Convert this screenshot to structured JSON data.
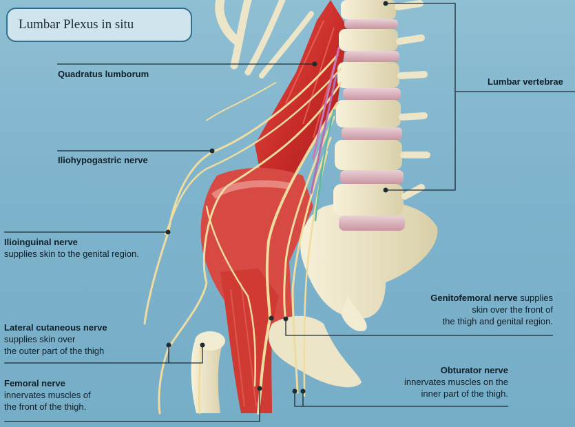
{
  "title": "Lumbar Plexus in situ",
  "labels": {
    "quadratus": {
      "name": "Quadratus lumborum"
    },
    "vertebrae": {
      "name": "Lumbar vertebrae"
    },
    "iliohypogastric": {
      "name": "Iliohypogastric nerve"
    },
    "ilioinguinal": {
      "name": "Ilioinguinal nerve",
      "description": "supplies skin to the genital region."
    },
    "genitofemoral": {
      "name": "Genitofemoral nerve",
      "description_line1": "supplies",
      "description_line2": "skin over the front of",
      "description_line3": "the thigh and genital region."
    },
    "lateral_cutaneous": {
      "name": "Lateral cutaneous nerve",
      "description_line1": "supplies skin over",
      "description_line2": "the outer part of the thigh"
    },
    "femoral": {
      "name": "Femoral nerve",
      "description_line1": "innervates muscles of",
      "description_line2": "the front of the thigh."
    },
    "obturator": {
      "name": "Obturator nerve",
      "description_line1": "innervates muscles on the",
      "description_line2": "inner part of the thigh."
    }
  },
  "colors": {
    "background": "#7eb3cc",
    "bone": "#ece5c8",
    "disc": "#d9aeb8",
    "muscle": "#d63a33",
    "nerve": "#efdca0",
    "leader_line": "#1d2b33"
  }
}
